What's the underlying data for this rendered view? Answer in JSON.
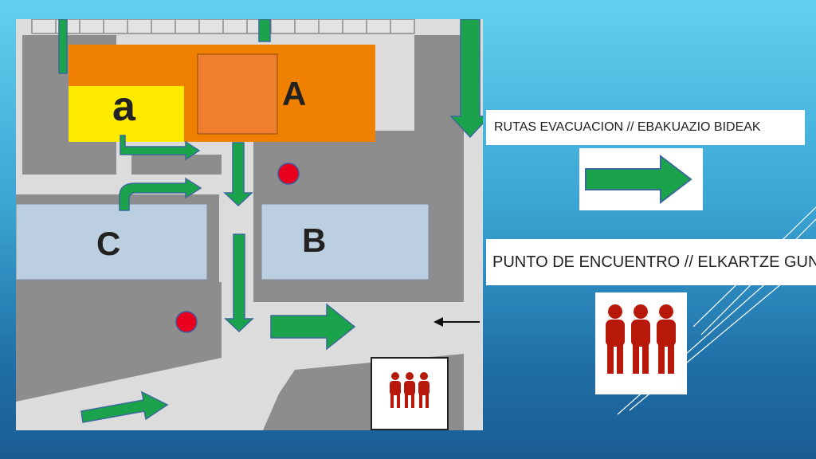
{
  "map": {
    "buildings": [
      {
        "label": "A"
      },
      {
        "label": "B"
      },
      {
        "label": "C"
      },
      {
        "label": "a"
      }
    ]
  },
  "legend": {
    "routes_label": "RUTAS EVACUACION // EBAKUAZIO BIDEAK",
    "meeting_label": "PUNTO DE ENCUENTRO  // ELKARTZE GUNEA"
  },
  "colors": {
    "background_top": "#62d0ee",
    "background_bottom": "#1a5c92",
    "orange_building": "#f08000",
    "yellow_building": "#ffeb00",
    "blue_building": "#bccfe0",
    "route_green": "#1aa34a",
    "meeting_red": "#b8180a",
    "point_red": "#e8001c"
  },
  "icons": [
    "evacuation-arrow-icon",
    "meeting-point-people-icon",
    "red-dot-icon"
  ]
}
